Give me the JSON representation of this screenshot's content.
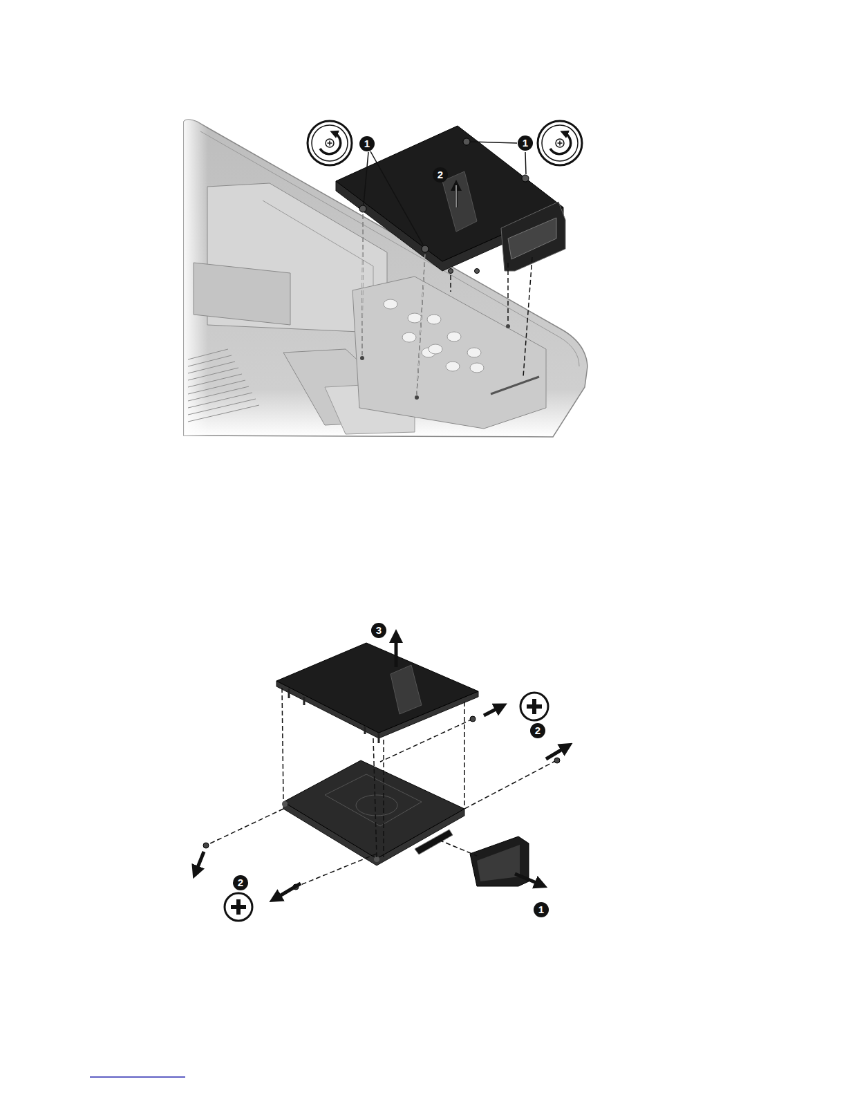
{
  "diagram": {
    "labels": [
      "1",
      "1",
      "2",
      "3",
      "2",
      "2",
      "1"
    ]
  }
}
